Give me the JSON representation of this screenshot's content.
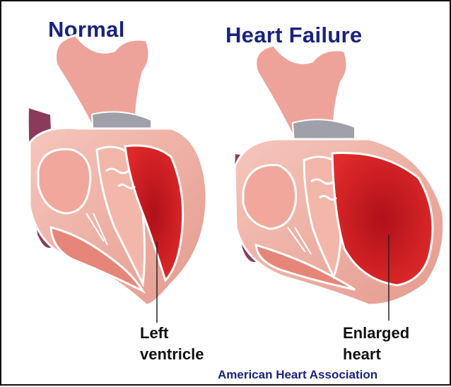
{
  "titles": {
    "normal": "Normal",
    "failure": "Heart Failure"
  },
  "labels": {
    "left_ventricle_line1": "Left",
    "left_ventricle_line2": "ventricle",
    "enlarged_line1": "Enlarged",
    "enlarged_line2": "heart"
  },
  "credit": "American Heart Association",
  "colors": {
    "title": "#1a237e",
    "muscle": "#f0b3a8",
    "muscle_dark": "#d9867a",
    "chamber": "#c8141a",
    "aorta": "#eea39a",
    "vein": "#8a3b5c"
  }
}
